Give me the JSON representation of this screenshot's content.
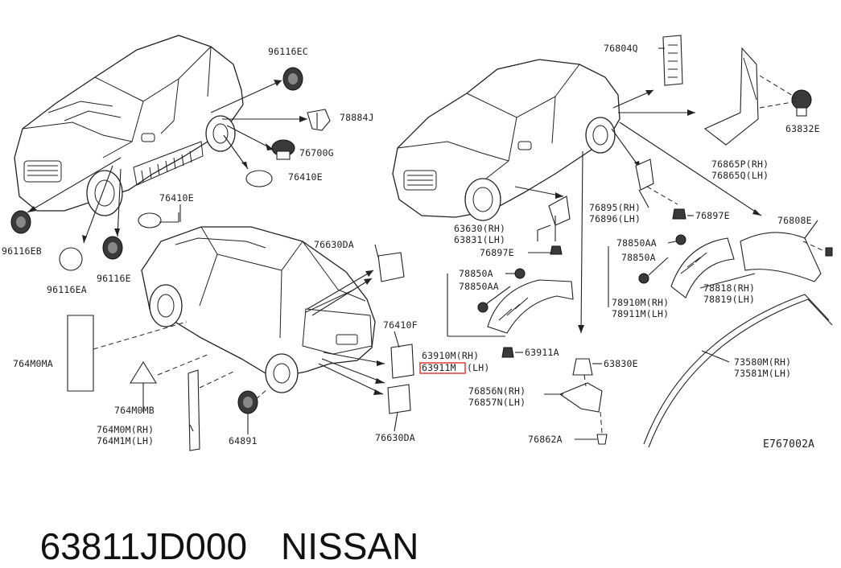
{
  "labels": {
    "l96116EC": "96116EC",
    "l78884J": "78884J",
    "l76700G": "76700G",
    "l76410E_a": "76410E",
    "l76410E_b": "76410E",
    "l96116EB": "96116EB",
    "l96116EA": "96116EA",
    "l96116E": "96116E",
    "l76630DA_a": "76630DA",
    "l76410F": "76410F",
    "l76630DA_b": "76630DA",
    "l764M0MA": "764M0MA",
    "l764M0MB": "764M0MB",
    "l764M0M": "764M0M(RH)",
    "l764M1M": "764M1M(LH)",
    "l64891": "64891",
    "l76804Q": "76804Q",
    "l63832E": "63832E",
    "l76865P": "76865P(RH)",
    "l76865Q": "76865Q(LH)",
    "l63630": "63630(RH)",
    "l63831": "63831(LH)",
    "l76897E_a": "76897E",
    "l76895": "76895(RH)",
    "l76896": "76896(LH)",
    "l76897E_b": "76897E",
    "l76808E": "76808E",
    "l78850A_a": "78850A",
    "l78850AA_a": "78850AA",
    "l78850AA_b": "78850AA",
    "l78850A_b": "78850A",
    "l78910M": "78910M(RH)",
    "l78911M": "78911M(LH)",
    "l78818": "78818(RH)",
    "l78819": "78819(LH)",
    "l63910M": "63910M(RH)",
    "l63911M": "63911M",
    "l63911M_side": "(LH)",
    "l63911A": "63911A",
    "l63830E": "63830E",
    "l76856N": "76856N(RH)",
    "l76857N": "76857N(LH)",
    "l73580M": "73580M(RH)",
    "l73581M": "73581M(LH)",
    "l76862A": "76862A",
    "diagram_code": "E767002A"
  },
  "highlight_color": "#e03030",
  "footer": {
    "part_number": "63811JD000",
    "brand": "NISSAN"
  }
}
